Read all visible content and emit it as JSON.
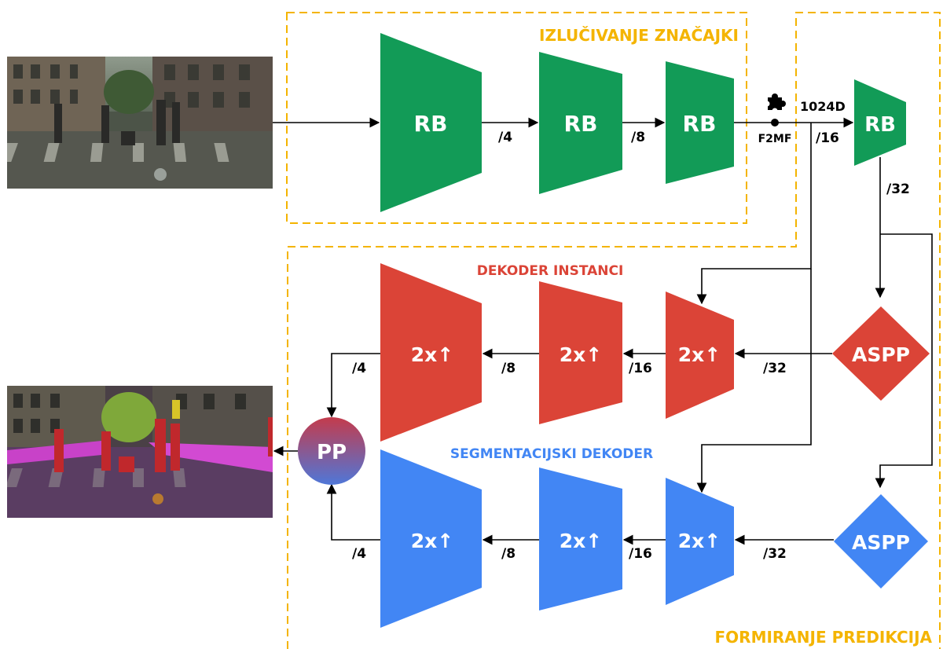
{
  "colors": {
    "green": "#129b57",
    "red": "#db4437",
    "blue": "#4286f4",
    "dashed_border": "#f4b400",
    "section_label": "#f4b400",
    "instance_label": "#db4437",
    "semantic_label": "#4286f4",
    "pp_top": "#c43b4c",
    "pp_bottom": "#4f77d8"
  },
  "sections": {
    "feature_extraction": "IZLUČIVANJE ZNAČAJKI",
    "prediction": "FORMIRANJE PREDIKCIJA",
    "instance_decoder": "DEKODER INSTANCI",
    "semantic_decoder": "SEGMENTACIJSKI DEKODER"
  },
  "encoder": {
    "block_label": "RB",
    "scales": [
      "/4",
      "/8"
    ],
    "f2mf_label": "F2MF",
    "feature_dim": "1024D",
    "scale_16": "/16",
    "scale_32": "/32",
    "puzzle_icon": "puzzle-icon"
  },
  "decoder": {
    "upsample_label": "2x↑",
    "aspp_label": "ASPP",
    "scales": [
      "/32",
      "/16",
      "/8",
      "/4"
    ]
  },
  "fusion": {
    "pp_label": "PP"
  },
  "images": {
    "input": "input-street-image",
    "output": "panoptic-output-image"
  }
}
